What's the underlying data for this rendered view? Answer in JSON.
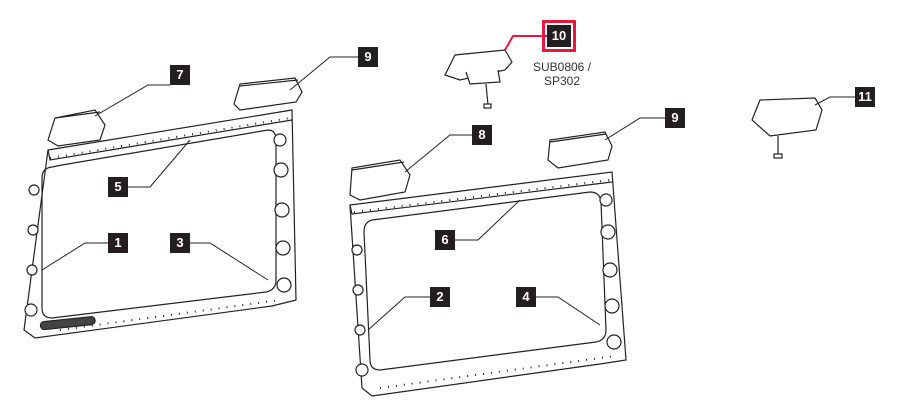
{
  "title": "Parts diagram",
  "callouts": {
    "c1": "1",
    "c2": "2",
    "c3": "3",
    "c4": "4",
    "c5": "5",
    "c6": "6",
    "c7": "7",
    "c8": "8",
    "c9a": "9",
    "c9b": "9",
    "c10": "10",
    "c11": "11"
  },
  "part_number": {
    "line1": "SUB0806 /",
    "line2": "SP302"
  },
  "colors": {
    "callout_bg": "#231f20",
    "highlight": "#e8183c"
  }
}
